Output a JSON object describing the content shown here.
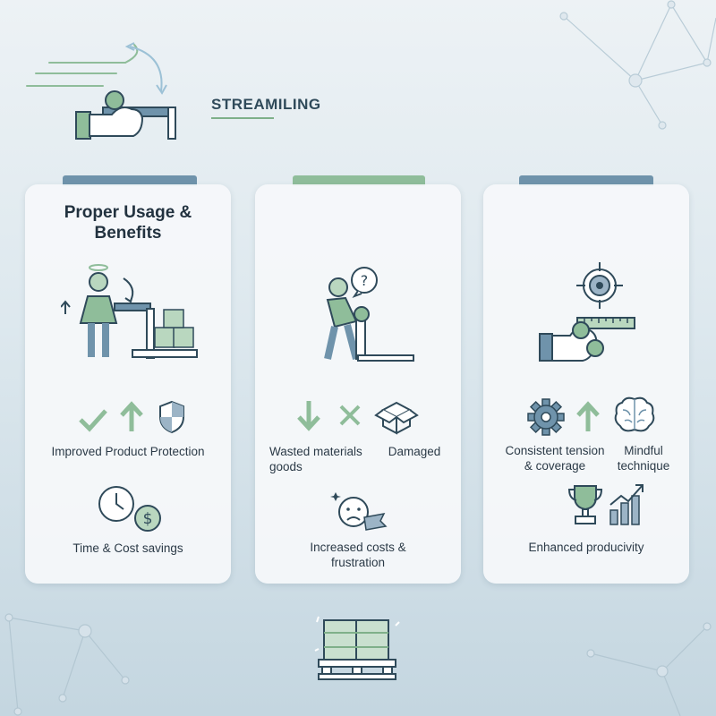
{
  "header": {
    "title": "STREAMILING"
  },
  "colors": {
    "accent_green": "#7fb08a",
    "accent_blue": "#6f93ab",
    "ink": "#2f4a5a",
    "card_bg": "#f5f8fa"
  },
  "cards": [
    {
      "title": "Proper Usage &\nBenefits",
      "icons": [
        "check-icon",
        "arrow-up-icon",
        "shield-icon",
        "clock-icon",
        "dollar-icon"
      ],
      "labels": [
        "Improved Product Protection",
        "Time & Cost savings"
      ]
    },
    {
      "title": "Common Mistakes &\nConsequences",
      "icons": [
        "arrow-down-icon",
        "x-icon",
        "open-box-icon",
        "frustrated-face-icon"
      ],
      "labels": [
        "Wasted materials\ngoods",
        "Damaged",
        "Increased costs &\nfrustration"
      ]
    },
    {
      "title": "Mastery &\nPrecision",
      "icons": [
        "gear-icon",
        "arrow-up-icon",
        "brain-icon",
        "trophy-icon",
        "growth-chart-icon"
      ],
      "labels": [
        "Consistent tension\n& coverage",
        "Mindful\ntechnique",
        "Enhanced producivity"
      ]
    }
  ]
}
